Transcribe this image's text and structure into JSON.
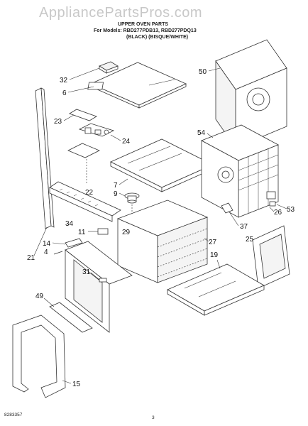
{
  "watermark": "AppliancePartsPros.com",
  "header": {
    "line1": "UPPER OVEN PARTS",
    "line2": "For Models: RBD277PDB13, RBD277PDQ13",
    "line3": "(BLACK)     (BISQUE/WHITE)"
  },
  "callouts": {
    "c32": "32",
    "c6": "6",
    "c23": "23",
    "c24": "24",
    "c22": "22",
    "c7": "7",
    "c9": "9",
    "c34": "34",
    "c11": "11",
    "c29": "29",
    "c27": "27",
    "c14": "14",
    "c4": "4",
    "c21": "21",
    "c31": "31",
    "c49": "49",
    "c15": "15",
    "c50": "50",
    "c54": "54",
    "c26": "26",
    "c53": "53",
    "c37": "37",
    "c25": "25",
    "c19": "19"
  },
  "footer": {
    "doc_number": "8283357",
    "page_number": "3"
  }
}
